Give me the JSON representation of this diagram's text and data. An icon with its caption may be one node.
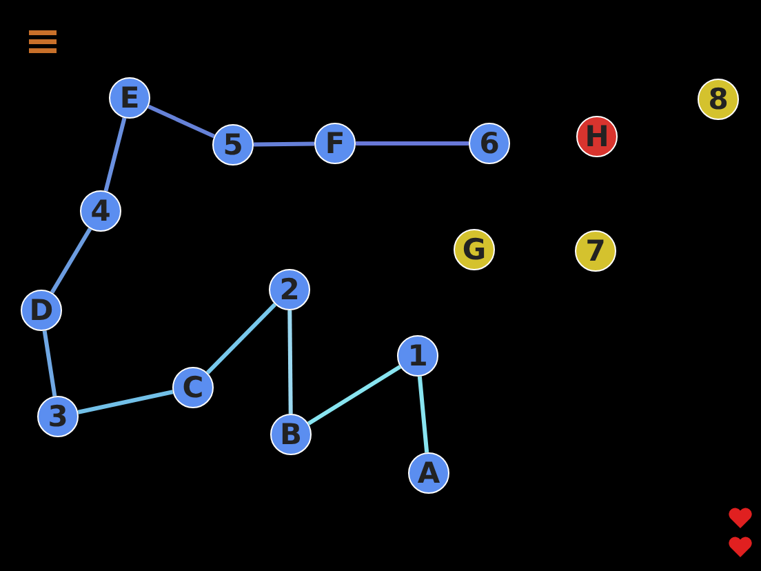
{
  "diagram": {
    "nodes": [
      {
        "text": [
          "A"
        ]
      },
      {
        "text": [
          "1"
        ]
      },
      {
        "text": [
          "B"
        ]
      },
      {
        "text": [
          "2"
        ]
      },
      {
        "text": [
          "C"
        ]
      },
      {
        "text": [
          "3"
        ]
      },
      {
        "text": [
          "D"
        ]
      },
      {
        "text": [
          "4"
        ]
      },
      {
        "text": [
          "E"
        ]
      },
      {
        "text": [
          "5"
        ]
      },
      {
        "text": [
          "F"
        ]
      },
      {
        "text": [
          "6"
        ]
      },
      {
        "text": [
          "G"
        ]
      },
      {
        "text": [
          "7"
        ]
      },
      {
        "text": [
          "H"
        ]
      },
      {
        "text": [
          "8"
        ]
      }
    ],
    "edges": [
      {
        "from": 0,
        "to": 1,
        "arrow": "none",
        "color": "#88e4f0"
      },
      {
        "from": 1,
        "to": 2,
        "arrow": "none",
        "color": "#88e4f0"
      },
      {
        "from": 2,
        "to": 3,
        "arrow": "none",
        "color": "#9ad8f0"
      },
      {
        "from": 3,
        "to": 4,
        "arrow": "none",
        "color": "#78c8ec"
      },
      {
        "from": 4,
        "to": 5,
        "arrow": "none",
        "color": "#72c0e8"
      },
      {
        "from": 5,
        "to": 6,
        "arrow": "none",
        "color": "#70a8e4"
      },
      {
        "from": 6,
        "to": 7,
        "arrow": "none",
        "color": "#6c9ce0"
      },
      {
        "from": 7,
        "to": 8,
        "arrow": "none",
        "color": "#6a90e0"
      },
      {
        "from": 8,
        "to": 9,
        "arrow": "none",
        "color": "#6682d8"
      },
      {
        "from": 9,
        "to": 10,
        "arrow": "none",
        "color": "#6680d8"
      },
      {
        "from": 10,
        "to": 11,
        "arrow": "none",
        "color": "#6878d8"
      }
    ]
  }
}
